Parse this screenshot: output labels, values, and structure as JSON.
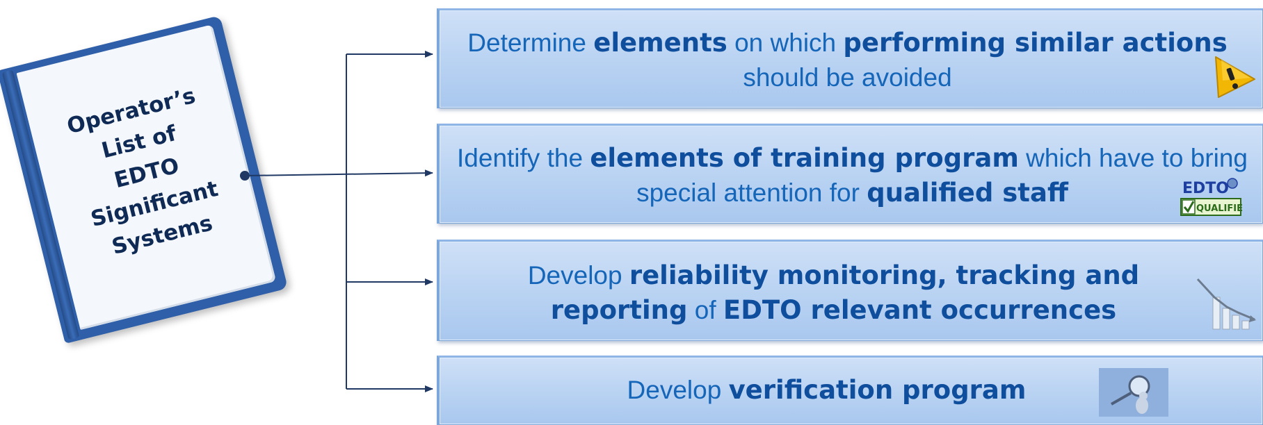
{
  "book": {
    "title_lines": [
      "Operator’s",
      "List of",
      "EDTO",
      "Significant",
      "Systems"
    ]
  },
  "boxes": [
    {
      "parts": [
        {
          "t": "Determine ",
          "b": false
        },
        {
          "t": "elements",
          "b": true
        },
        {
          "t": " on which ",
          "b": false
        },
        {
          "t": "performing similar actions",
          "b": true
        },
        {
          "t": " should be avoided",
          "b": false
        }
      ],
      "icon": "warning-icon"
    },
    {
      "parts": [
        {
          "t": "Identify the ",
          "b": false
        },
        {
          "t": "elements of training program",
          "b": true
        },
        {
          "t": " which have to bring special attention for ",
          "b": false
        },
        {
          "t": "qualified staff",
          "b": true
        }
      ],
      "icon": "edto-qualified-icon",
      "icon_text": [
        "EDTO",
        "QUALIFIED"
      ]
    },
    {
      "parts": [
        {
          "t": "Develop ",
          "b": false
        },
        {
          "t": "reliability monitoring, tracking and reporting",
          "b": true
        },
        {
          "t": " of ",
          "b": false
        },
        {
          "t": "EDTO relevant occurrences",
          "b": true
        }
      ],
      "icon": "declining-chart-icon"
    },
    {
      "parts": [
        {
          "t": "Develop ",
          "b": false
        },
        {
          "t": "verification program",
          "b": true
        }
      ],
      "icon": "magnifier-person-icon"
    }
  ],
  "colors": {
    "text": "#1565b8",
    "bold_text": "#0e4e9c",
    "connector": "#1f3864",
    "book_cover": "#2f5fa8"
  }
}
